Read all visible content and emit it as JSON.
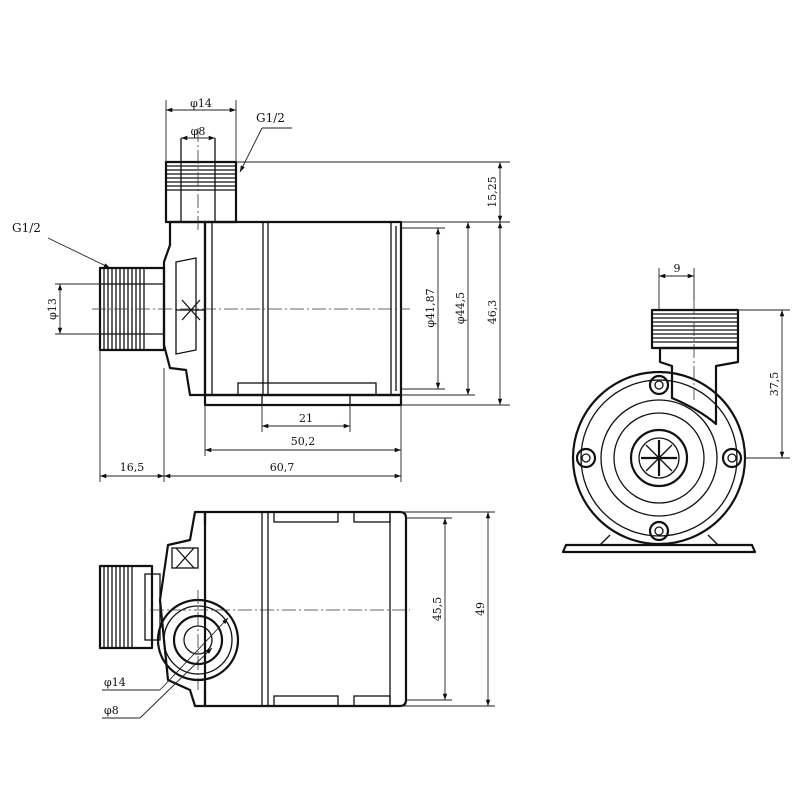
{
  "labels": {
    "thread_top": "G1/2",
    "thread_side": "G1/2"
  },
  "dimensions": {
    "outlet_outer_dia": "φ14",
    "outlet_inner_dia": "φ8",
    "outlet_height": "15,25",
    "body_dia_inner": "φ41,87",
    "body_dia_outer": "φ44,5",
    "total_height_side": "46,3",
    "inlet_dia": "φ13",
    "base_slot": "21",
    "base_length": "50,2",
    "inlet_length": "16,5",
    "body_length": "60,7",
    "front_outlet_width": "9",
    "front_outlet_height": "37,5",
    "top_body_width": "45,5",
    "top_total_width": "49",
    "top_port_outer_dia": "φ14",
    "top_port_inner_dia": "φ8"
  }
}
